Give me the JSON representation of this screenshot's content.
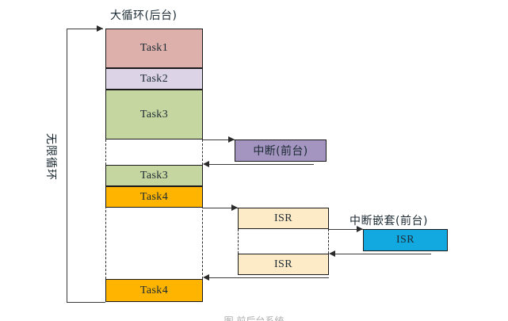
{
  "diagram": {
    "title_background": "大循环(后台)",
    "loop_label": "无限循环",
    "foreground_interrupt_label": "中断(前台)",
    "nested_interrupt_label": "中断嵌套(前台)",
    "bottom_caption": "图 前后台系统",
    "colors": {
      "task1": "#ddb0ab",
      "task2": "#dcd4e6",
      "task3": "#c5d6a0",
      "task4": "#ffb400",
      "interrupt": "#a394c0",
      "isr": "#fdeac7",
      "nested_isr": "#12a8e0",
      "stroke": "#1a1a1a",
      "line": "#3a3a3a"
    },
    "background_column": {
      "name": "background-task-column",
      "blocks": [
        {
          "label": "Task1",
          "fill": "#ddb0ab"
        },
        {
          "label": "Task2",
          "fill": "#dcd4e6"
        },
        {
          "label": "Task3",
          "fill": "#c5d6a0"
        },
        {
          "label": "Task3",
          "fill": "#c5d6a0"
        },
        {
          "label": "Task4",
          "fill": "#ffb400"
        },
        {
          "label": "Task4",
          "fill": "#ffb400"
        }
      ]
    },
    "foreground_blocks": [
      {
        "label": "中断(前台)",
        "fill": "#a394c0",
        "kind": "interrupt"
      },
      {
        "label": "ISR",
        "fill": "#fdeac7",
        "kind": "isr"
      },
      {
        "label": "ISR",
        "fill": "#fdeac7",
        "kind": "isr"
      },
      {
        "label": "ISR",
        "fill": "#12a8e0",
        "kind": "nested-isr"
      }
    ]
  }
}
